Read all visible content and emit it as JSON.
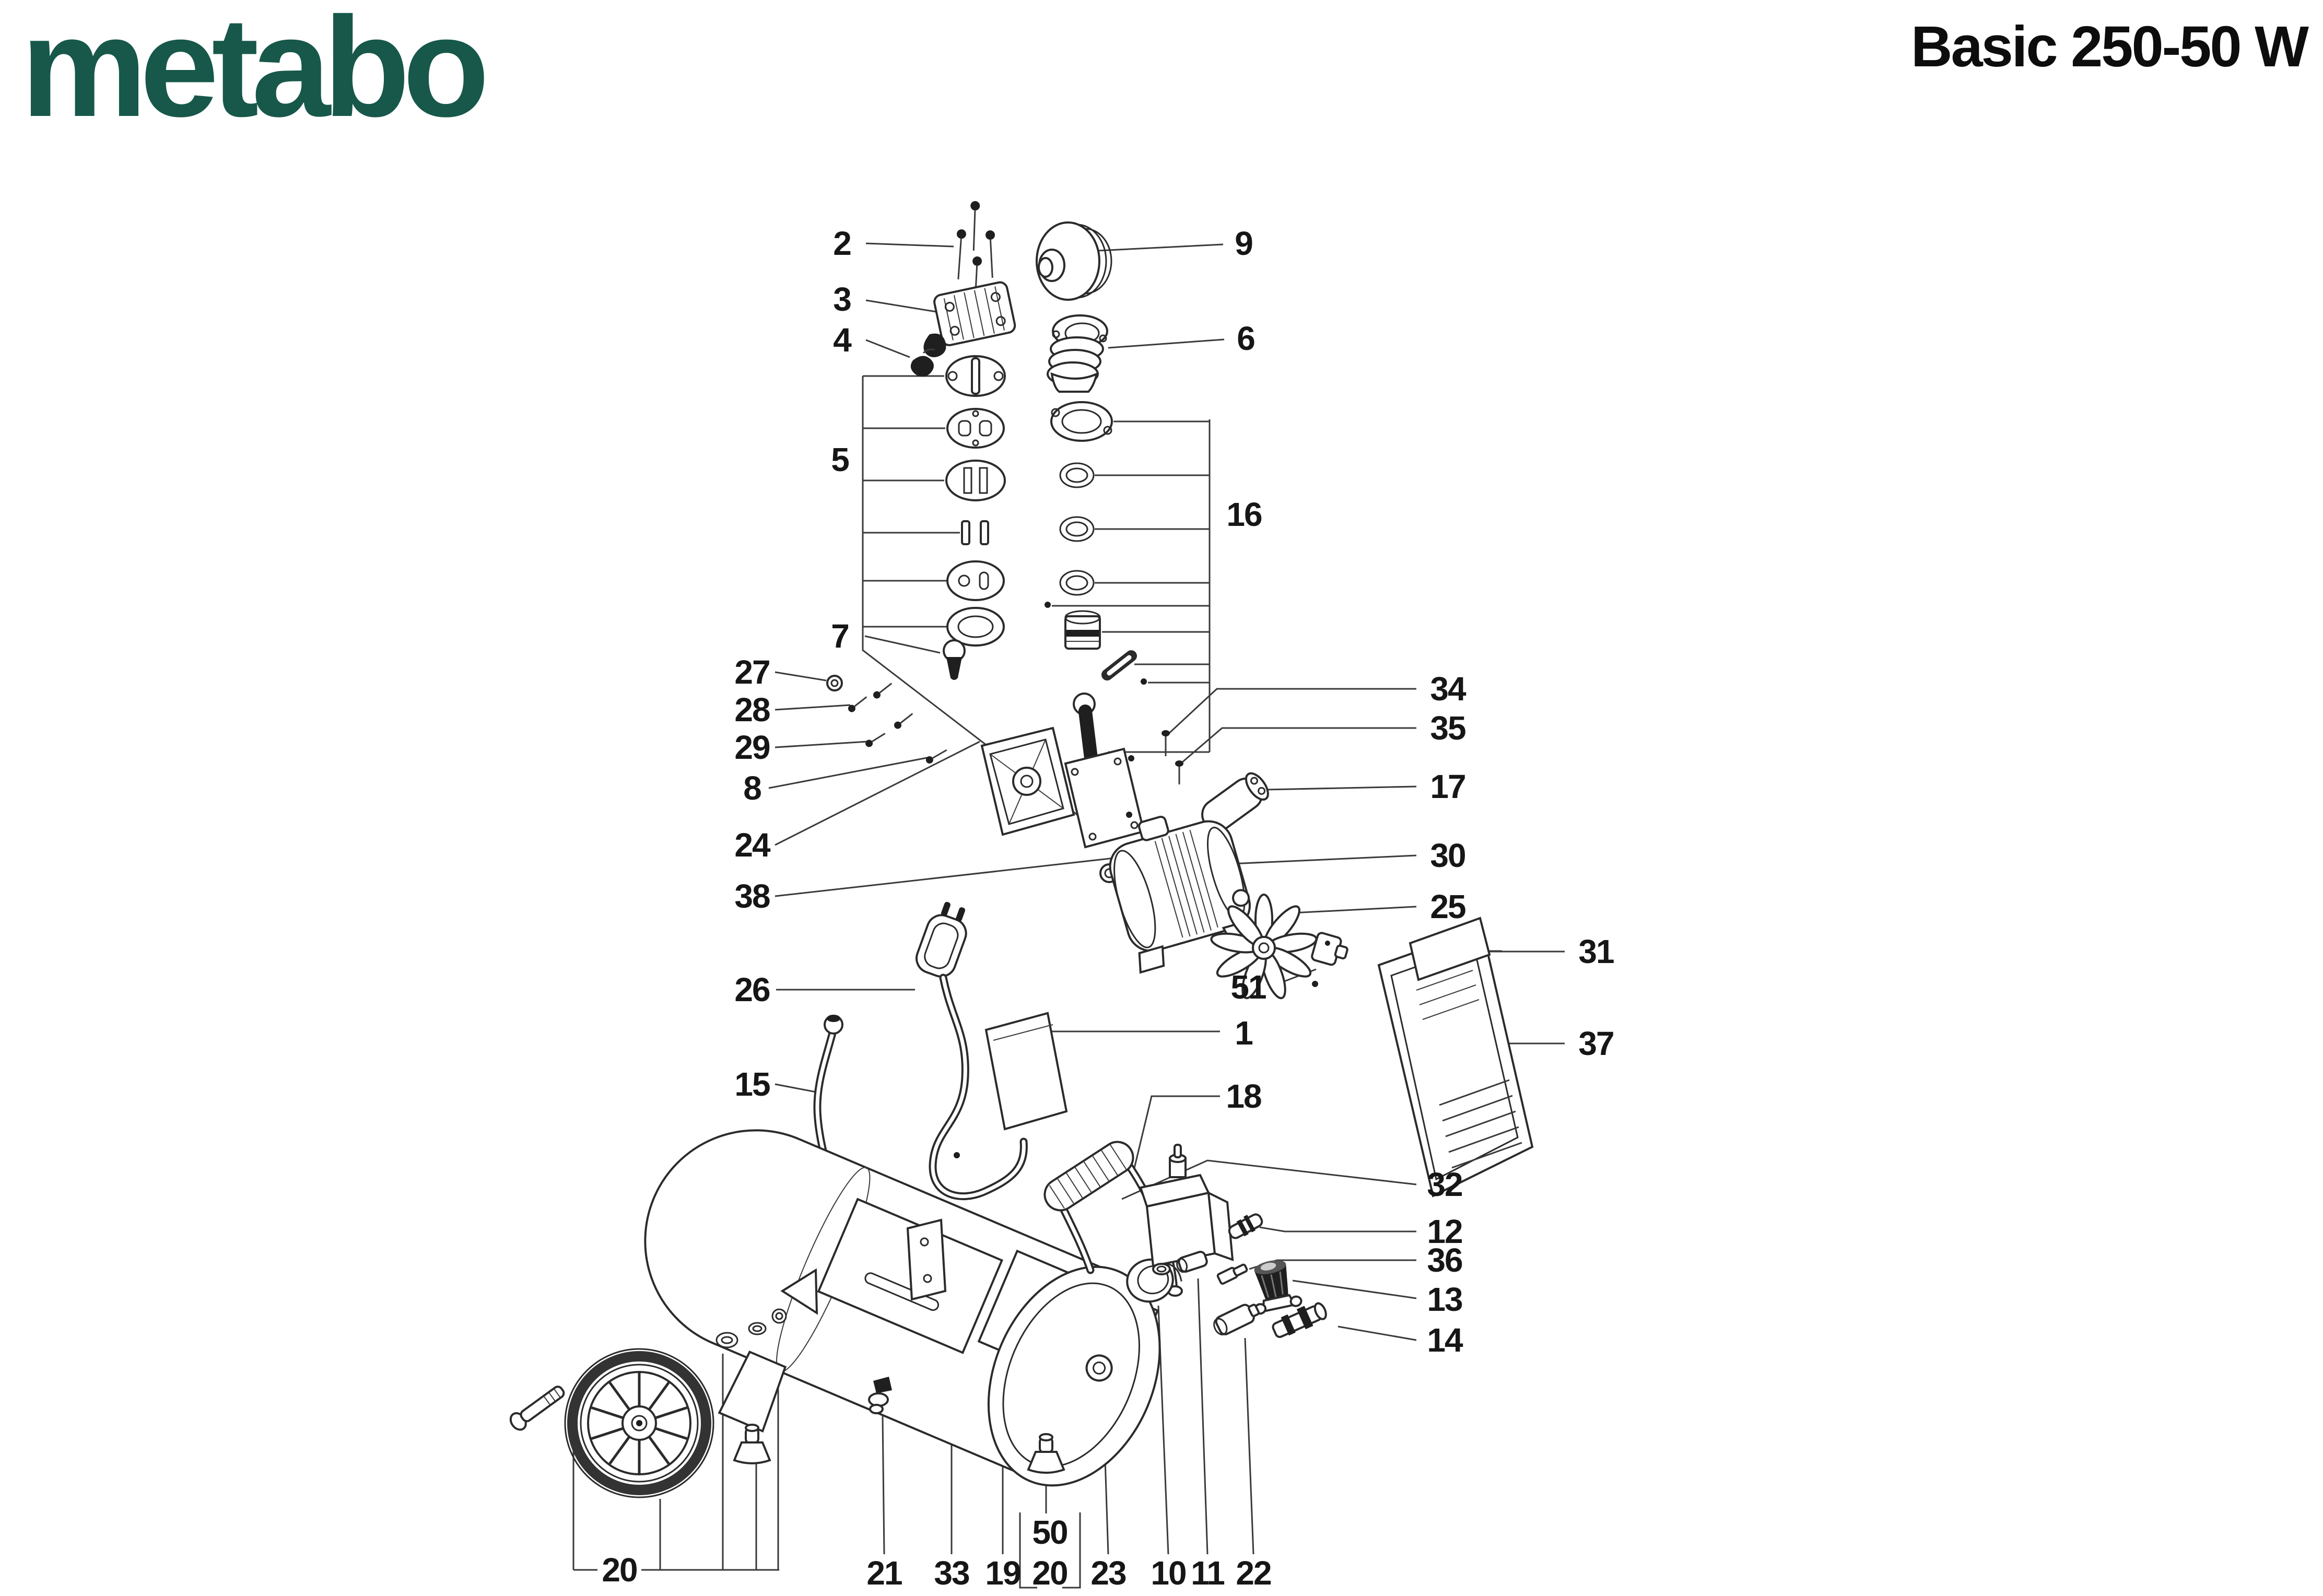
{
  "brand": {
    "logo_text": "metabo",
    "registered_mark": "®",
    "logo_color": "#17584a"
  },
  "header": {
    "title": "Basic 250-50 W"
  },
  "diagram": {
    "description_labels_order": "part position numbers as printed on the exploded drawing",
    "labels": [
      {
        "n": "2"
      },
      {
        "n": "9"
      },
      {
        "n": "3"
      },
      {
        "n": "6"
      },
      {
        "n": "4"
      },
      {
        "n": "5"
      },
      {
        "n": "16"
      },
      {
        "n": "7"
      },
      {
        "n": "27"
      },
      {
        "n": "28"
      },
      {
        "n": "29"
      },
      {
        "n": "8"
      },
      {
        "n": "24"
      },
      {
        "n": "38"
      },
      {
        "n": "34"
      },
      {
        "n": "35"
      },
      {
        "n": "17"
      },
      {
        "n": "30"
      },
      {
        "n": "25"
      },
      {
        "n": "31"
      },
      {
        "n": "51"
      },
      {
        "n": "37"
      },
      {
        "n": "26"
      },
      {
        "n": "1"
      },
      {
        "n": "15"
      },
      {
        "n": "18"
      },
      {
        "n": "32"
      },
      {
        "n": "12"
      },
      {
        "n": "36"
      },
      {
        "n": "13"
      },
      {
        "n": "14"
      },
      {
        "n": "20"
      },
      {
        "n": "21"
      },
      {
        "n": "33"
      },
      {
        "n": "19"
      },
      {
        "n": "50"
      },
      {
        "n": "20"
      },
      {
        "n": "23"
      },
      {
        "n": "10"
      },
      {
        "n": "11"
      },
      {
        "n": "22"
      }
    ],
    "colors": {
      "line": "#3a3a3a",
      "part_outline": "#2b2b2b",
      "dark_fill": "#1f1f1f",
      "background": "#ffffff"
    }
  }
}
